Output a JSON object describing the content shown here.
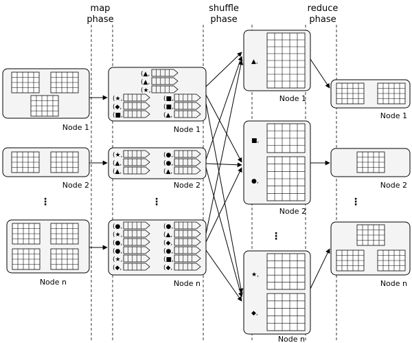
{
  "phases": {
    "map": [
      "map",
      "phase"
    ],
    "shuffle": [
      "shuffle",
      "phase"
    ],
    "reduce": [
      "reduce",
      "phase"
    ]
  },
  "node_labels": {
    "input": [
      "Node 1",
      "Node 2",
      "Node n"
    ],
    "map": [
      "Node 1",
      "Node 2",
      "Node n"
    ],
    "shuffle": [
      "Node 1",
      "Node 2",
      "Node n"
    ],
    "reduce": [
      "Node 1",
      "Node 2",
      "Node n"
    ]
  },
  "ellipsis": "⋮",
  "symbols": {
    "triangle": "▲",
    "star": "★",
    "square": "■",
    "diamond": "◆",
    "circle": "●"
  },
  "pair_prefix": "(",
  "pair_suffix": ",",
  "map_outputs": {
    "node1": {
      "top": [
        "triangle",
        "triangle",
        "star"
      ],
      "left": [
        "star",
        "diamond",
        "square"
      ],
      "right": [
        "square",
        "square",
        "triangle"
      ]
    },
    "node2": {
      "left": [
        "star",
        "triangle",
        "triangle"
      ],
      "right": [
        "circle",
        "circle",
        "triangle"
      ]
    },
    "noden": {
      "left": [
        "circle",
        "star",
        "circle",
        "circle",
        "star",
        "diamond"
      ],
      "right": [
        "circle",
        "triangle",
        "diamond",
        "circle",
        "square",
        "diamond"
      ]
    }
  },
  "shuffle_keys": {
    "node1": [
      "triangle"
    ],
    "node2": [
      "square",
      "circle"
    ],
    "noden": [
      "star",
      "diamond"
    ]
  }
}
